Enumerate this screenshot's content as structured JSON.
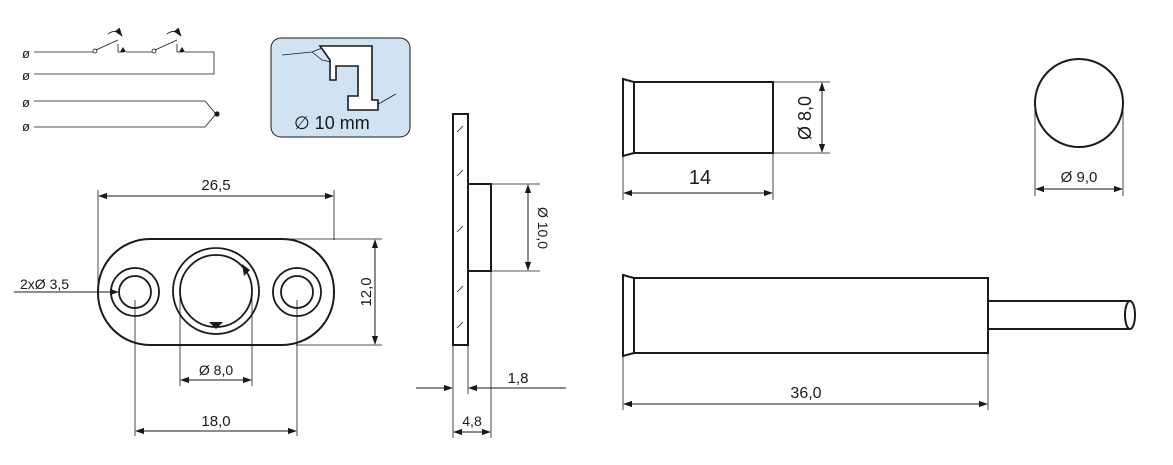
{
  "diagram": {
    "insert_label": "∅ 10 mm",
    "insert_box_color": "#cfe3f3",
    "plate_dims": {
      "overall_length": "26,5",
      "hole_diameter": "2xØ 3,5",
      "height": "12,0",
      "center_diameter": "Ø 8,0",
      "hole_spacing": "18,0"
    },
    "side_dims": {
      "boss_diameter": "Ø 10,0",
      "flange_thickness": "1,8",
      "total_thickness": "4,8"
    },
    "actuator_dims": {
      "short_length": "14",
      "short_diameter": "Ø 8,0",
      "head_diameter": "Ø 9,0",
      "long_length": "36,0"
    }
  }
}
